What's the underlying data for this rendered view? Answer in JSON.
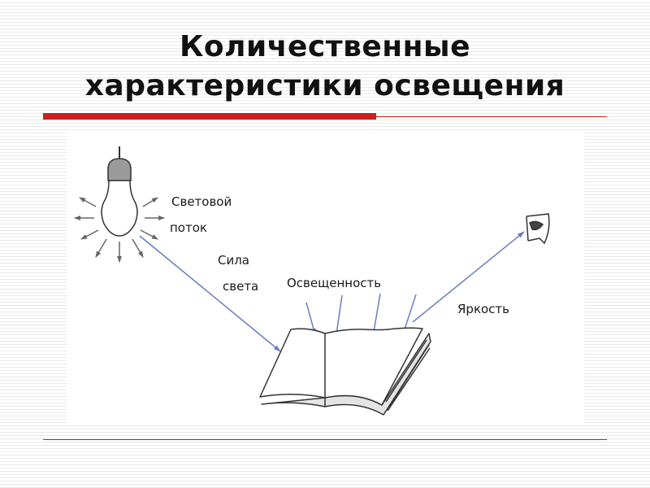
{
  "slide": {
    "title_line1": "Количественные",
    "title_line2": "характеристики освещения"
  },
  "diagram": {
    "labels": {
      "flux_line1": "Световой",
      "flux_line2": "поток",
      "intensity_line1": "Сила",
      "intensity_line2": "света",
      "illuminance": "Освещенность",
      "luminance": "Яркость"
    }
  },
  "colors": {
    "accent_red": "#cc1f1f",
    "arrow_blue": "#6a7cc4",
    "ink": "#333333"
  },
  "icons": [
    "light-bulb-icon",
    "open-book-icon",
    "eye-icon"
  ]
}
